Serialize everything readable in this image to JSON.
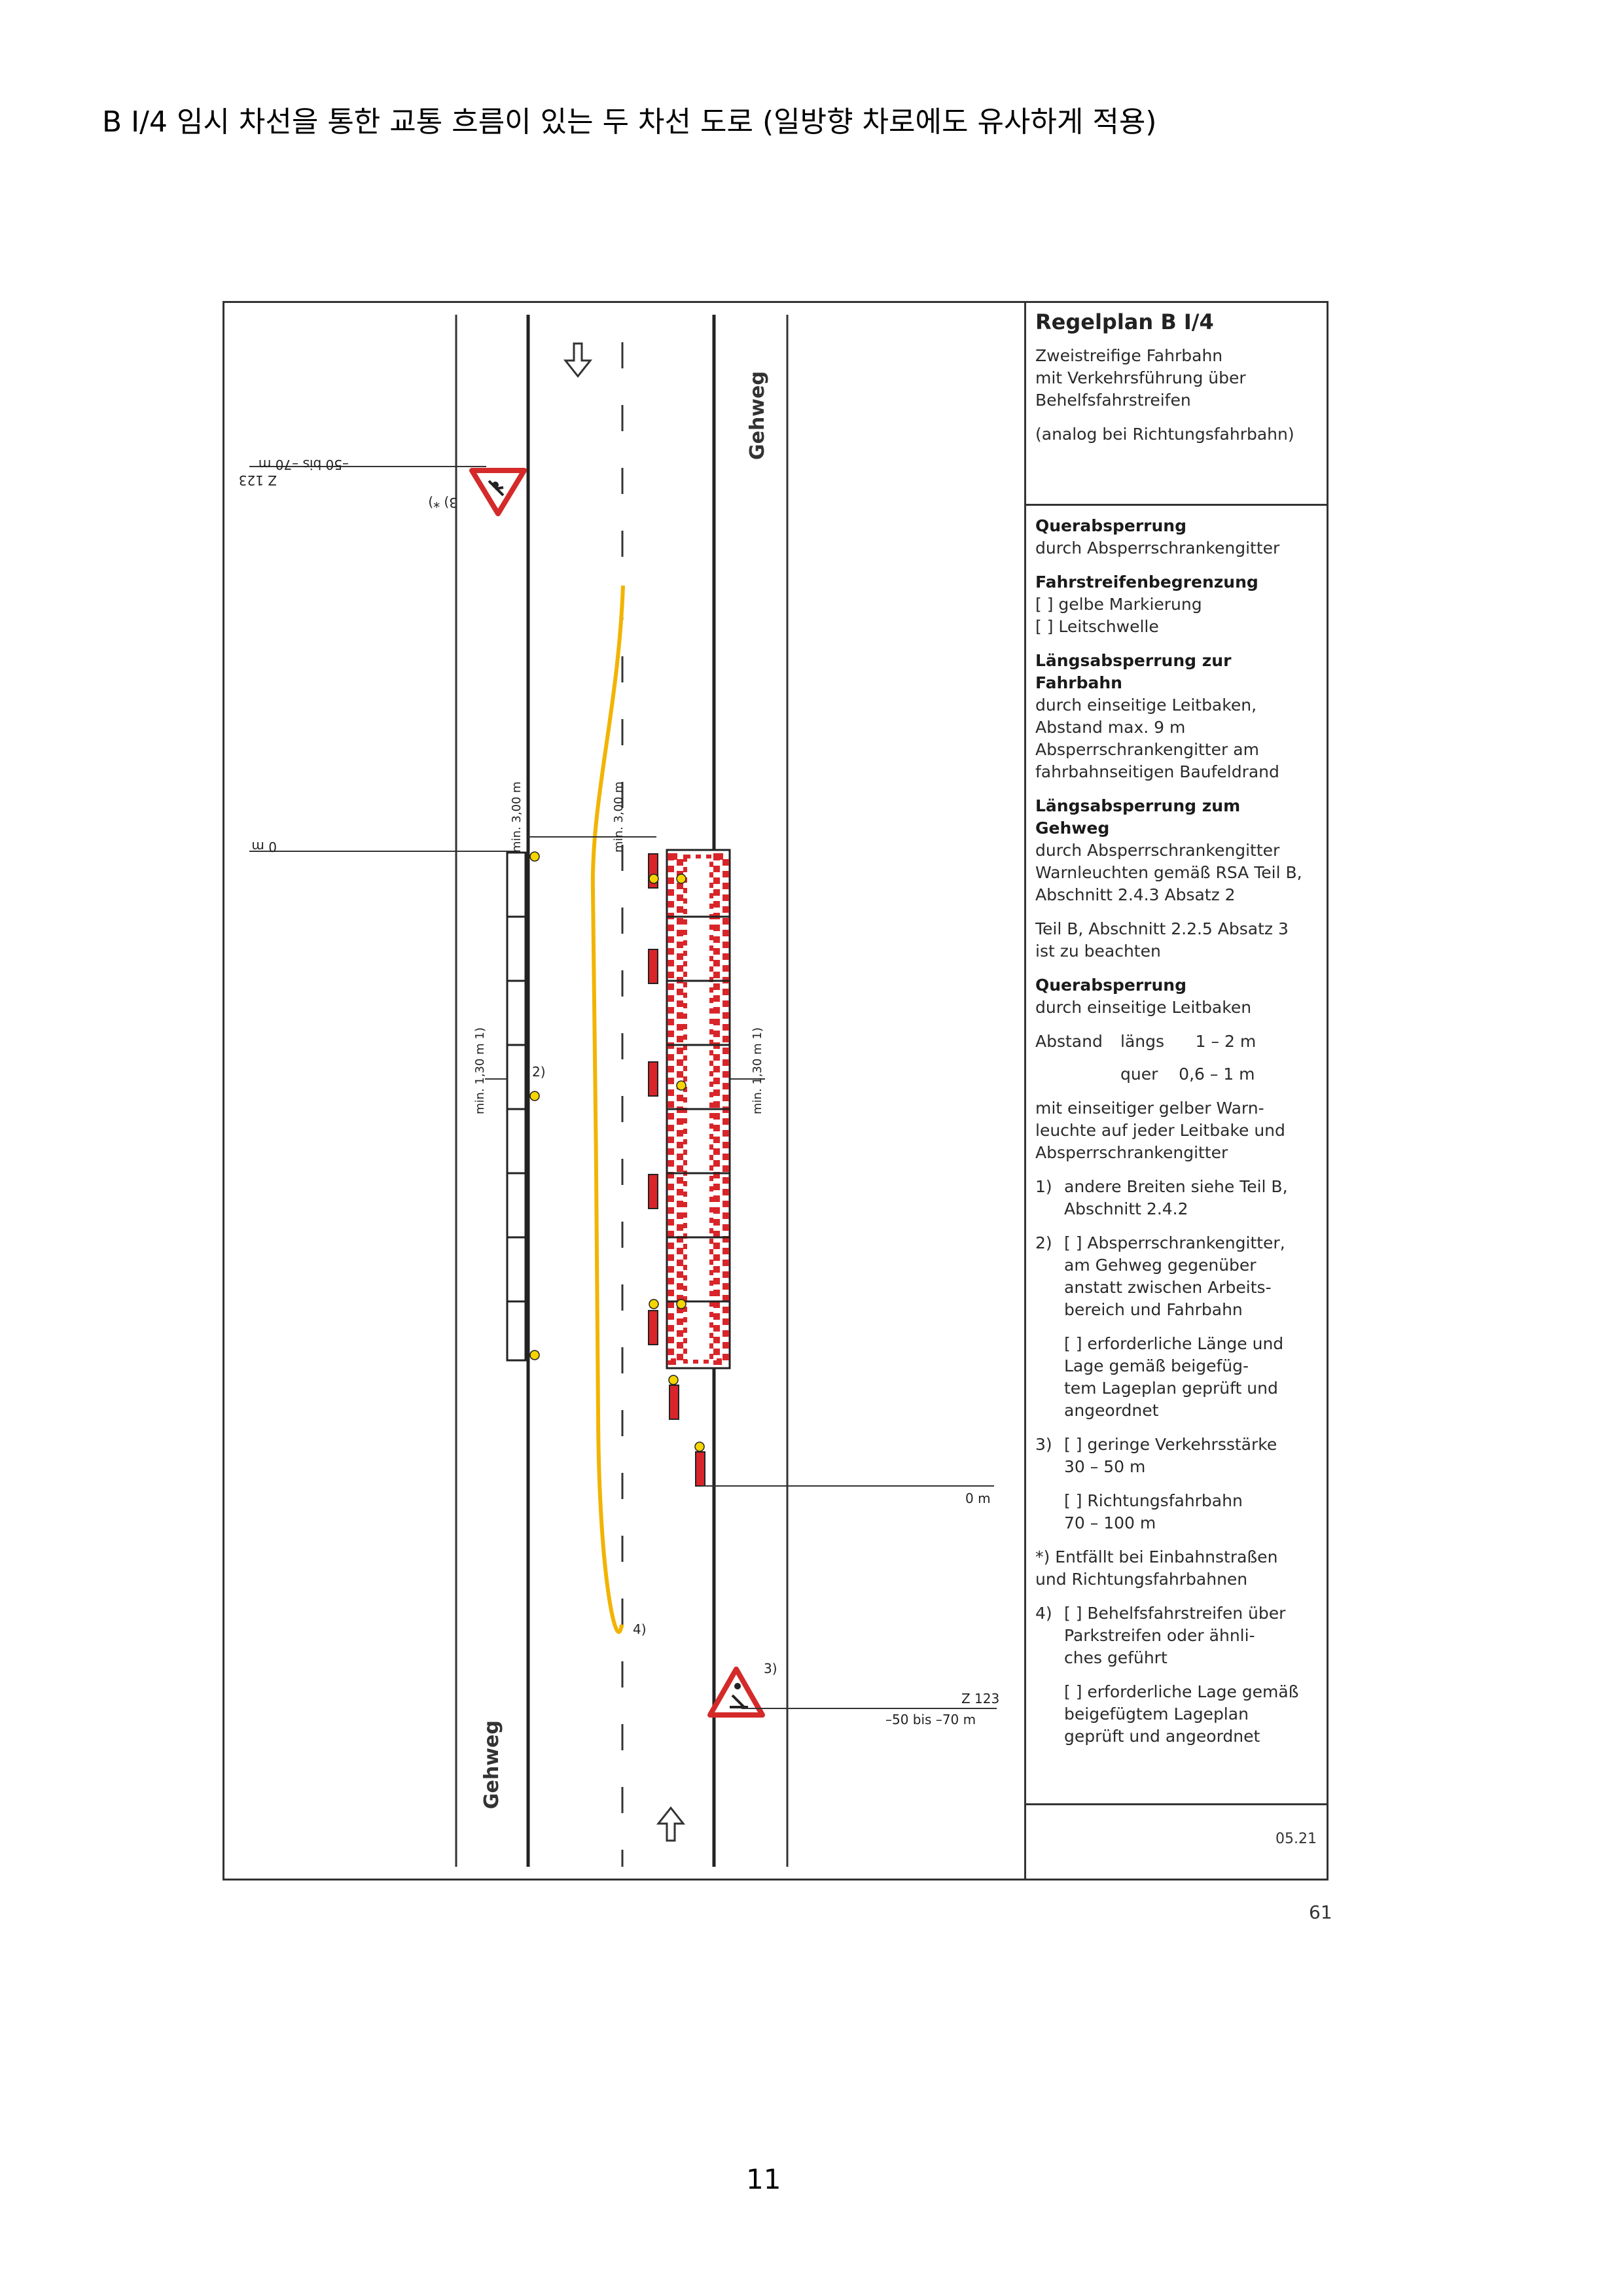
{
  "heading": "B I/4 임시 차선을 통한 교통 흐름이 있는 두 차선 도로 (일방향 차로에도 유사하게 적용)",
  "diagram": {
    "sidewalk_left": "Gehweg",
    "sidewalk_right": "Gehweg",
    "dist_top": "–50 bis –70 m",
    "sign_top": "Z 123",
    "note_3star": "3) *)",
    "zero_left": "0 m",
    "zero_right": "0 m",
    "min300_a": "min. 3,00 m",
    "min300_b": "min. 3,00 m",
    "min130_a": "min. 1,30 m 1)",
    "min130_b": "min. 1,30 m 1)",
    "note_2": "2)",
    "note_4": "4)",
    "note_3": "3)",
    "sign_bottom": "Z 123",
    "dist_bottom": "–50 bis –70 m"
  },
  "legend": {
    "title": "Regelplan B I/4",
    "subtitle": "Zweistreifige Fahrbahn\nmit Verkehrsführung über\nBehelfsfahrstreifen",
    "subtitle2": "(analog bei Richtungsfahrbahn)",
    "e1_title": "Querabsperrung",
    "e1_text": "durch Absperrschrankengitter",
    "e2_title": "Fahrstreifenbegrenzung",
    "e2_text": "[ ]  gelbe Markierung\n[ ]  Leitschwelle",
    "e3_title": "Längsabsperrung zur Fahrbahn",
    "e3_text": "durch einseitige Leitbaken,\nAbstand max. 9 m\nAbsperrschrankengitter am\nfahrbahnseitigen Baufeldrand",
    "e4_title": "Längsabsperrung zum Gehweg",
    "e4_text": "durch Absperrschrankengitter\nWarnleuchten gemäß RSA Teil B,\nAbschnitt 2.4.3 Absatz 2",
    "e5_text": "Teil B, Abschnitt 2.2.5 Absatz 3\nist zu beachten",
    "e6_title": "Querabsperrung",
    "e6_text": "durch einseitige Leitbaken",
    "abstand_label": "Abstand",
    "abstand_l1": "längs      1 – 2 m",
    "abstand_l2": "quer    0,6 – 1 m",
    "e7_text": "mit einseitiger gelber Warn-\nleuchte auf jeder Leitbake und\nAbsperrschrankengitter",
    "f1_num": "1)",
    "f1_text": "andere Breiten siehe Teil B,\nAbschnitt 2.4.2",
    "f2_num": "2)",
    "f2_text": "[ ]  Absperrschrankengitter,\n      am Gehweg gegenüber\n      anstatt zwischen Arbeits-\n      bereich und Fahrbahn",
    "f2b_text": "[ ]  erforderliche Länge und\n      Lage gemäß beigefüg-\n      tem Lageplan geprüft und\n      angeordnet",
    "f3_num": "3)",
    "f3_text": "[ ]  geringe Verkehrsstärke\n      30 – 50 m",
    "f3b_text": "[ ]  Richtungsfahrbahn\n      70 – 100 m",
    "fstar_text": "*) Entfällt bei Einbahnstraßen\n    und Richtungsfahrbahnen",
    "f4_num": "4)",
    "f4_text": "[ ]  Behelfsfahrstreifen über\n      Parkstreifen oder ähnli-\n      ches geführt",
    "f4b_text": "[ ]  erforderliche Lage gemäß\n      beigefügtem Lageplan\n      geprüft und angeordnet",
    "date": "05.21"
  },
  "figure_page": "61",
  "page_number": "11",
  "colors": {
    "yellow_line": "#f2b400",
    "barrier_red": "#d9252a",
    "sign_red": "#d42a2a",
    "lamp_yellow": "#f5d400"
  }
}
